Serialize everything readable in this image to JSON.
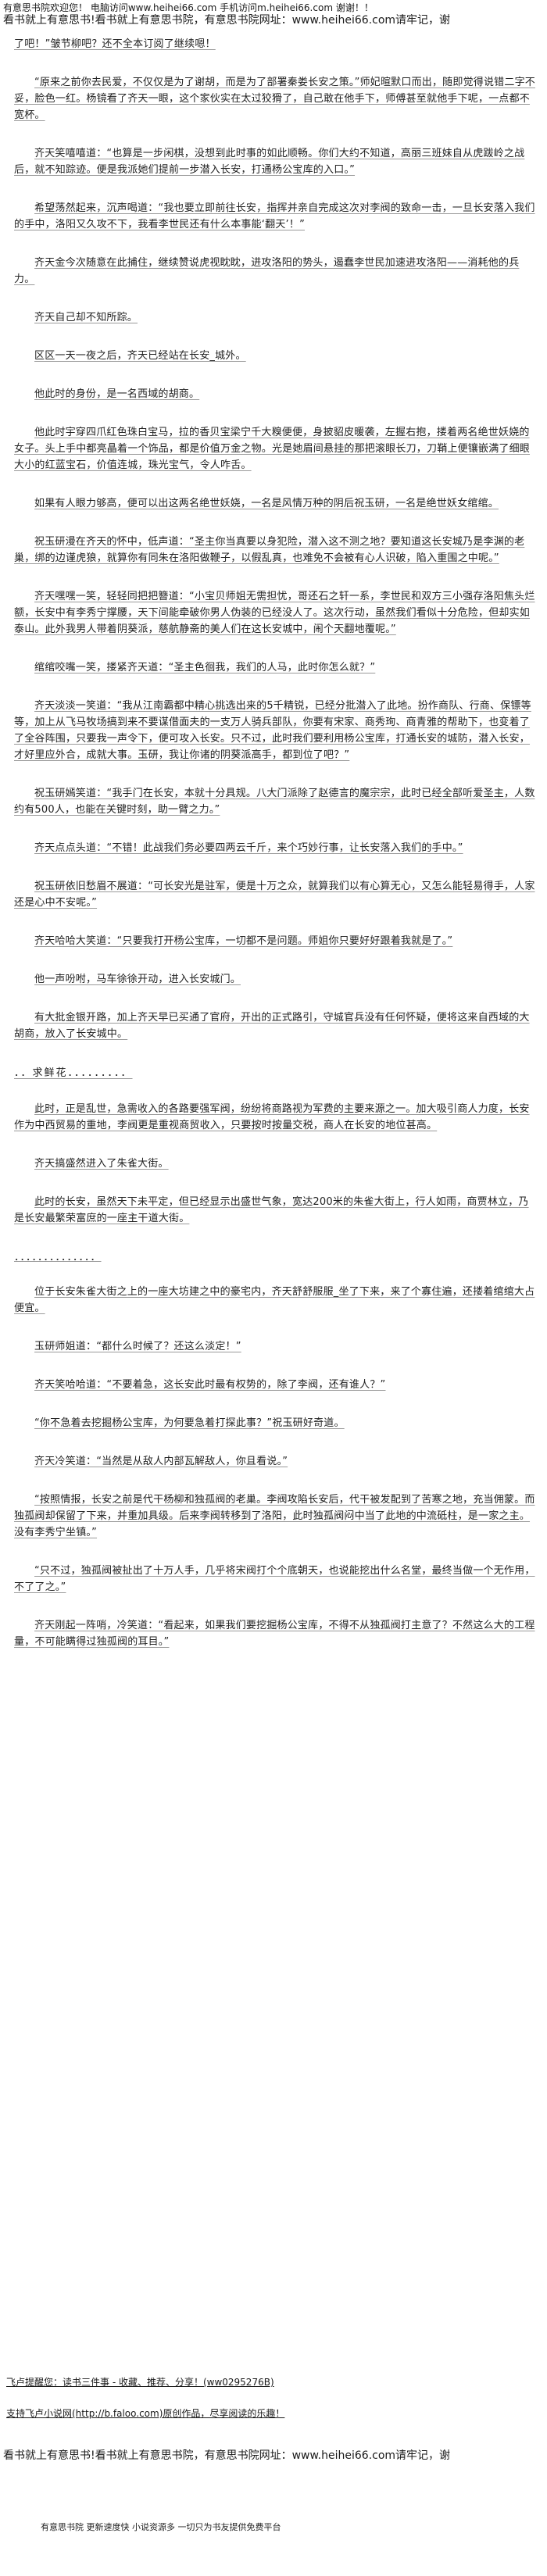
{
  "header": {
    "line1": "有意思书院欢迎您！ 电脑访问www.heihei66.com 手机访问m.heihei66.com 谢谢！！",
    "line2": "看书就上有意思书!看书就上有意思书院，有意思书院网址：www.heihei66.com请牢记，谢"
  },
  "paragraphs": [
    "了吧！”皱节柳吧？还不全本订阅了继续嗯！",
    "“原来之前你去民爱，不仅仅是为了谢胡，而是为了部署秦娄长安之策。”师妃暄默口而出，随即觉得说错二字不妥，脸色一红。杨镜看了齐天一眼，这个家伙实在太过狡猾了，自己敢在他手下，师傅甚至就他手下呢，一点都不宽杯。",
    "齐天笑嘻嘻道：“也算是一步闲棋，没想到此时事的如此顺畅。你们大约不知道，高丽三班妹自从虎跋岭之战后，就不知踪迹。便是我派她们提前一步潜入长安，打通杨公宝库的入口。”",
    "希望荡然起来，沉声喝道：“我也要立即前往长安，指挥并亲自完成这次对李阀的致命一击，一旦长安落入我们的手中，洛阳又久攻不下，我看李世民还有什么本事能‘翻天’！”",
    "齐天金今次随意在此捕住，继续赞说虎视眈眈，进攻洛阳的势头，遏蠢李世民加速进攻洛阳——消耗他的兵力。",
    "齐天自己却不知所踪。",
    "区区一天一夜之后，齐天已经站在长安_城外。",
    "他此时的身份，是一名西域的胡商。",
    "他此时宇穿四爪红色珠白宝马，拉的香贝宝梁宁千大糗便便，身披貂皮暖袭，左握右抱，搂着两名绝世妖娆的女子。头上手中都亮晶着一个饰品，都是价值万金之物。光是她眉间悬挂的那把滚眼长刀，刀鞘上便镶嵌满了细眼大小的红蓝宝石，价值连城，珠光宝气，令人咋舌。",
    "如果有人眼力够高，便可以出这两名绝世妖娆，一名是风情万种的阴后祝玉研，一名是绝世妖女绾绾。",
    "祝玉研漫在齐天的怀中，低声道：“圣主你当真要以身犯险，潜入这不测之地？要知道这长安城乃是李渊的老巢，绑的边谨虎狼，就算你有同朱在洛阳做鞭子，以假乱真，也难免不会被有心人识破，陷入重围之中呢。”",
    "齐天嘿嘿一笑，轻轻同把把簪道：“小宝贝师姐无需担忧，哥还石之轩一系，李世民和双方三小强存洛阳焦头烂额，长安中有李秀宁撑腰，天下间能牵破你男人伪装的已经没人了。这次行动，虽然我们看似十分危险，但却实如泰山。此外我男人带着阴葵派，慈航静斋的美人们在这长安城中，闹个天翻地覆呢。”",
    "绾绾咬嘴一笑，搂紧齐天道：“圣主色徊我，我们的人马，此时你怎么就？”",
    "齐天淡淡一笑道：“我从江南霸都中精心挑选出来的5千精锐，已经分批潜入了此地。扮作商队、行商、保镖等等，加上从飞马牧场搞到来不要谋借面夫的一支万人骑兵部队，你要有宋家、商秀珣、商青雅的帮助下，也变着了了全谷阵围，只要我一声令下，便可攻入长安。只不过，此时我们要利用杨公宝库，打通长安的城防，潜入长安，才好里应外合，成就大事。玉研，我让你诸的阴葵派高手，都到位了吧？”",
    "祝玉研嫣笑道：“我手门在长安，本就十分具规。八大门派除了赵德言的魔宗宗，此时已经全部听爱圣主，人数约有500人，也能在关键时刻，助一臂之力。”",
    "齐天点点头道：“不错！此战我们务必要四两云千斤，来个巧妙行事，让长安落入我们的手中。”",
    "祝玉研依旧愁眉不展道：“可长安光是驻军，便是十万之众，就算我们以有心算无心，又怎么能轻易得手，人家还是心中不安呢。”",
    "齐天哈哈大笑道：“只要我打开杨公宝库，一切都不是问题。师姐你只要好好跟着我就是了。”",
    "他一声吩咐，马车徐徐开动，进入长安城门。",
    "有大批金银开路，加上齐天早已买通了官府，开出的正式路引，守城官兵没有任何怀疑，便将这来自西域的大胡商，放入了长安城中。",
    "此时，正是乱世，急需收入的各路要强军阀，纷纷将商路视为军费的主要来源之一。加大吸引商人力度，长安作为中西贸易的重地，李阀更是重视商贸收入，只要按时按量交税，商人在长安的地位甚高。",
    "齐天搞盛然进入了朱雀大街。",
    "此时的长安，虽然天下未平定，但已经显示出盛世气象，宽达200米的朱雀大街上，行人如雨，商贾林立，乃是长安最繁荣富庶的一座主干道大街。",
    "位于长安朱雀大街之上的一座大坊建之中的豪宅内，齐天舒舒服服_坐了下来，来了个寡住遍，还搂着绾绾大占便宜。",
    "玉研师姐道：“都什么时候了？还这么淡定！”",
    "齐天笑哈哈道：“不要着急，这长安此时最有权势的，除了李阀，还有谁人？”",
    "“你不急着去挖掘杨公宝库，为何要急着打探此事？”祝玉研好奇道。",
    "齐天冷笑道：“当然是从敌人内部瓦解敌人，你且看说。”",
    "“按照情报，长安之前是代干杨柳和独孤阀的老巢。李阀攻陷长安后，代干被发配到了苦寒之地，充当佣蒙。而独孤阀却保留了下来，并重加具级。后来李阀转移到了洛阳，此时独孤阀闷中当了此地的中流砥柱，是一家之主。没有李秀宁坐镇。”",
    "“只不过，独孤阀被扯出了十万人手，几乎将宋阀打个个底朝天，也说能挖出什么名堂，最终当做一个无作用，不了了之。”",
    "齐天刚起一阵哨，冷笑道：“看起来，如果我们要挖掘杨公宝库，不得不从独孤阀打主意了？不然这么大的工程量，不可能瞒得过独孤阀的耳目。”"
  ],
  "divider": "．．求鲜花．．．．．．．．．",
  "dots": "．．．．．．．．．．．．．．",
  "footer": {
    "link1": "飞卢提醒您：读书三件事 - 收藏、推荐、分享！(ww0295276B)",
    "link2": "支持飞卢小说网(http://b.faloo.com)原创作品，尽享阅读的乐趣！",
    "banner": "看书就上有意思书!看书就上有意思书院，有意思书院网址：www.heihei66.com请牢记，谢",
    "site": "有意思书院 更新速度快 小说资源多 一切只为书友提供免费平台"
  }
}
